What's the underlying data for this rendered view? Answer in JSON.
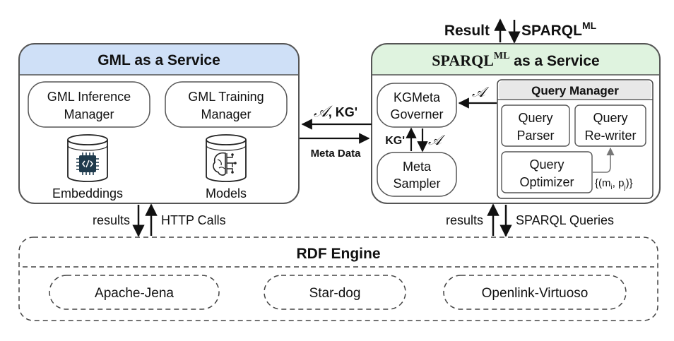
{
  "top": {
    "result": "Result",
    "sparql": "SPARQL",
    "sparql_sup": "ML"
  },
  "gml": {
    "title": "GML as a Service",
    "inference_line1": "GML Inference",
    "inference_line2": "Manager",
    "training_line1": "GML Training",
    "training_line2": "Manager",
    "embeddings": "Embeddings",
    "models": "Models"
  },
  "sml": {
    "title_prefix": "SPARQL",
    "title_sup": "ML",
    "title_suffix": " as a Service",
    "governer_line1": "KGMeta",
    "governer_line2": "Governer",
    "sampler_line1": "Meta",
    "sampler_line2": "Sampler",
    "query_manager": "Query Manager",
    "parser_line1": "Query",
    "parser_line2": "Parser",
    "rewriter_line1": "Query",
    "rewriter_line2": "Re-writer",
    "optimizer_line1": "Query",
    "optimizer_line2": "Optimizer",
    "mp_text": "{(m",
    "mp_i": "i",
    "mp_mid": ", p",
    "mp_j": "j",
    "mp_end": ")}"
  },
  "links": {
    "a_symbol": "𝒜",
    "a_kg": ", KG'",
    "meta_data": "Meta Data",
    "kg_prime": "KG'",
    "a_small": "𝒜",
    "a_qm": "𝒜"
  },
  "bottom": {
    "results_left": "results",
    "http_calls": "HTTP Calls",
    "results_right": "results",
    "sparql_queries": "SPARQL Queries"
  },
  "rdf": {
    "title": "RDF Engine",
    "engines": [
      "Apache-Jena",
      "Star-dog",
      "Openlink-Virtuoso"
    ]
  },
  "colors": {
    "gml_header": "#cfe0f7",
    "sml_header": "#dff3df",
    "qm_header": "#e8e8e8",
    "border": "#555555",
    "icon_dark": "#1e3a4c"
  }
}
